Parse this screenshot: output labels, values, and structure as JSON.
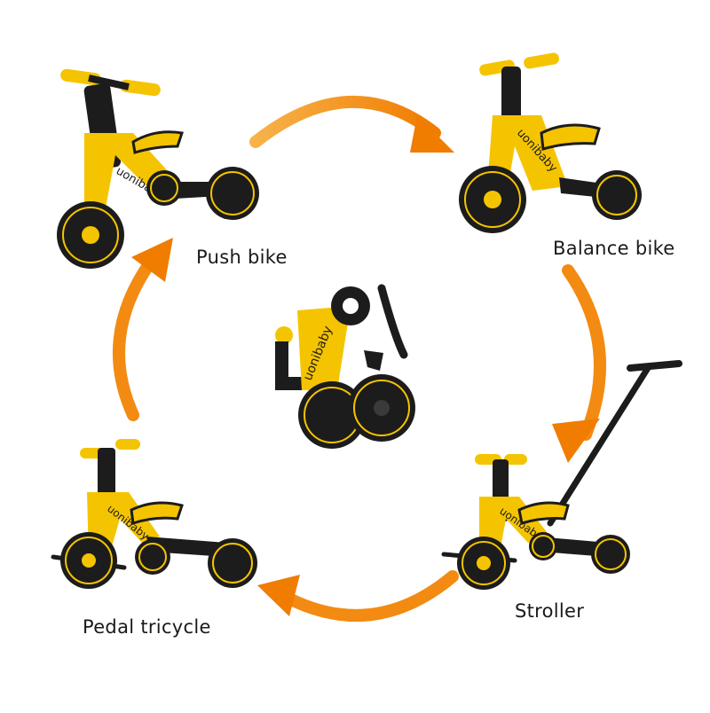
{
  "diagram": {
    "modes": {
      "push_bike": "Push bike",
      "balance_bike": "Balance bike",
      "stroller": "Stroller",
      "pedal_tricycle": "Pedal tricycle"
    },
    "brand_text": "uonibaby",
    "colors": {
      "frame": "#f5c400",
      "frame_dark": "#1c1c1c",
      "arrow": "#f38a12",
      "text": "#1a1a1a"
    },
    "flow": [
      "push_bike",
      "balance_bike",
      "stroller",
      "pedal_tricycle"
    ]
  }
}
